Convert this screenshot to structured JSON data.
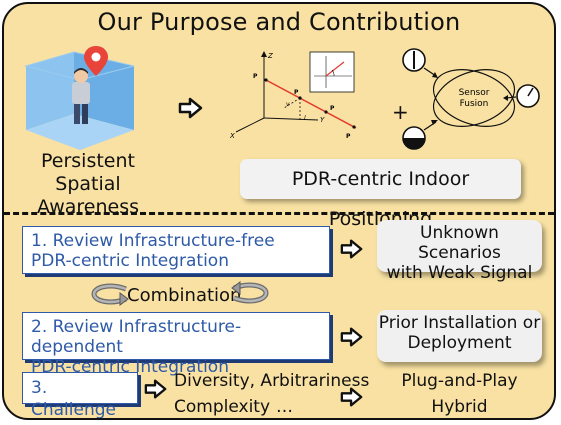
{
  "title": "Our Purpose and Contribution",
  "top": {
    "left_caption_line1": "Persistent",
    "left_caption_line2": "Spatial Awareness",
    "pdr_label": "PDR-centric Indoor Positioning",
    "plus": "+",
    "sensor_fusion_line1": "Sensor",
    "sensor_fusion_line2": "Fusion",
    "plot_labels": {
      "z": "Z",
      "x": "X",
      "y": "Y",
      "p_k1": "P",
      "p_k": "P",
      "p_km1": "P",
      "p_km2": "P",
      "v": "v",
      "l": "l"
    }
  },
  "bottom": {
    "review1_line1": "1.  Review Infrastructure-free",
    "review1_line2": "PDR-centric Integration",
    "out1_line1": "Unknown Scenarios",
    "out1_line2": "with Weak Signal",
    "combination": "Combination",
    "review2_line1": "2. Review Infrastructure-dependent",
    "review2_line2": "PDR-centric Integration",
    "out2_line1": "Prior Installation or",
    "out2_line2": "Deployment",
    "challenge": "3. Challenge",
    "diversity": "Diversity, Arbitrariness",
    "complexity": "Complexity",
    "ellipsis": "…",
    "plug": "Plug-and-Play",
    "hybrid": "Hybrid"
  },
  "colors": {
    "background": "#f8e1a2",
    "review_blue": "#2e5aa7",
    "room_blue": "#6aaee5",
    "pin_red": "#e8443a",
    "trajectory_red": "#e03a2e"
  }
}
